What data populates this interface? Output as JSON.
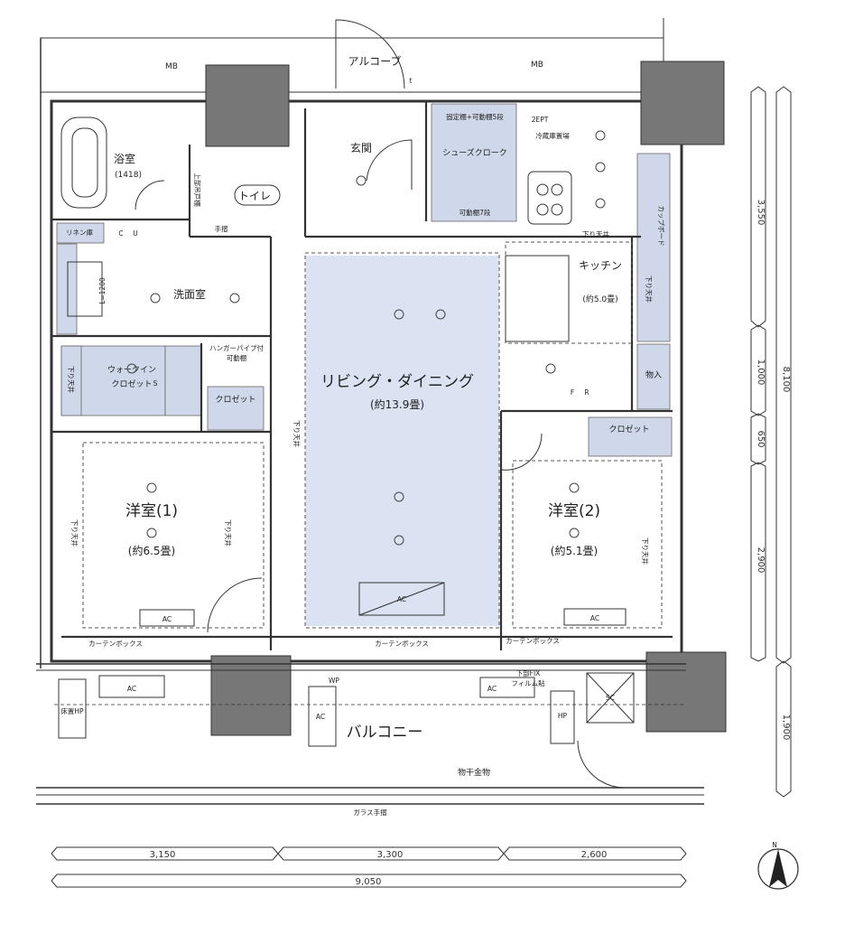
{
  "rooms": {
    "mb_left": "MB",
    "mb_right": "MB",
    "alcove": "アルコーブ",
    "alcove_t": "t",
    "bath": "浴室",
    "bath_size": "(1418)",
    "toilet": "トイレ",
    "entrance": "玄関",
    "shoe_closet": "シューズクローク",
    "shoe_shelf_top": "固定棚+可動棚5段",
    "shoe_shelf_bottom": "可動棚7段",
    "fridge_space": "冷蔵庫置場",
    "ept": "2EPT",
    "linen": "リネン庫",
    "powder": "洗面室",
    "kitchen": "キッチン",
    "kitchen_size": "(約5.0畳)",
    "cupboard": "カップボード",
    "storage": "物入",
    "walkin": "ウォークイン",
    "walkin_closet": "クロゼット",
    "hanger": "ハンガーパイプ付",
    "hanger_shelf": "可動棚",
    "closet_center": "クロゼット",
    "closet_right": "クロゼット",
    "living": "リビング・ダイニング",
    "living_size": "(約13.9畳)",
    "room1": "洋室(1)",
    "room1_size": "(約6.5畳)",
    "room2": "洋室(2)",
    "room2_size": "(約5.1畳)",
    "balcony": "バルコニー",
    "clothesline": "物干金物",
    "glass_rail": "ガラス手摺",
    "floor_hp": "床置HP",
    "hp": "HP",
    "hanger_rack": "手摺",
    "upper_cab": "上部吊戸棚"
  },
  "labels": {
    "curtain_box_1": "カーテンボックス",
    "curtain_box_2": "カーテンボックス",
    "curtain_box_3": "カーテンボックス",
    "lowered_ceiling": "下り天井",
    "ac": "AC",
    "sc": "SC",
    "wp": "WP",
    "f": "F",
    "r": "R",
    "s": "S",
    "fix_window": "下部FIX",
    "film": "フィルム貼",
    "cu": "C",
    "u": "U",
    "l1200": "L=1200"
  },
  "dimensions": {
    "right": [
      "3,550",
      "1,000",
      "650",
      "2,900",
      "1,900"
    ],
    "right_total": "8,100",
    "bottom": [
      "3,150",
      "3,300",
      "2,600"
    ],
    "bottom_total": "9,050"
  },
  "compass": {
    "north": "N"
  }
}
